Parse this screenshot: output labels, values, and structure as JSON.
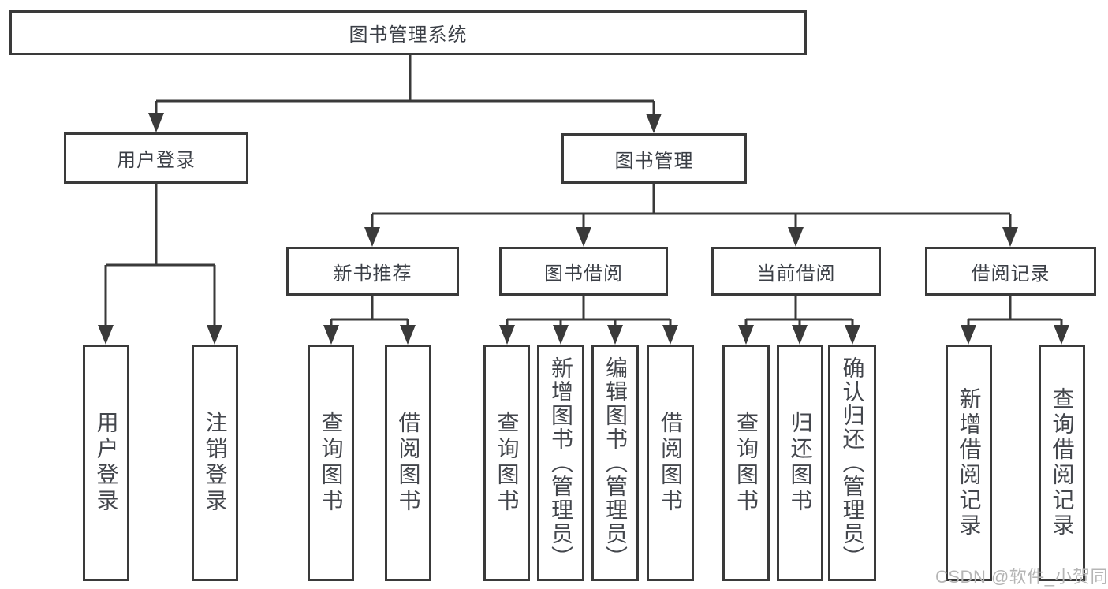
{
  "tree": {
    "label": "图书管理系统",
    "children": [
      {
        "label": "用户登录",
        "children": [
          {
            "label": "用户登录"
          },
          {
            "label": "注销登录"
          }
        ]
      },
      {
        "label": "图书管理",
        "children": [
          {
            "label": "新书推荐",
            "children": [
              {
                "label": "查询图书"
              },
              {
                "label": "借阅图书"
              }
            ]
          },
          {
            "label": "图书借阅",
            "children": [
              {
                "label": "查询图书"
              },
              {
                "label": "新增图书（管理员）"
              },
              {
                "label": "编辑图书（管理员）"
              },
              {
                "label": "借阅图书"
              }
            ]
          },
          {
            "label": "当前借阅",
            "children": [
              {
                "label": "查询图书"
              },
              {
                "label": "归还图书"
              },
              {
                "label": "确认归还（管理员）"
              }
            ]
          },
          {
            "label": "借阅记录",
            "children": [
              {
                "label": "新增借阅记录"
              },
              {
                "label": "查询借阅记录"
              }
            ]
          }
        ]
      }
    ]
  },
  "watermark": {
    "text": "CSDN @软件_小贺同学"
  },
  "colors": {
    "line": "#3a3a3a",
    "box_border": "#3a3a3a",
    "text": "#3b3f46",
    "watermark": "#b5b5b5",
    "background": "#ffffff"
  }
}
